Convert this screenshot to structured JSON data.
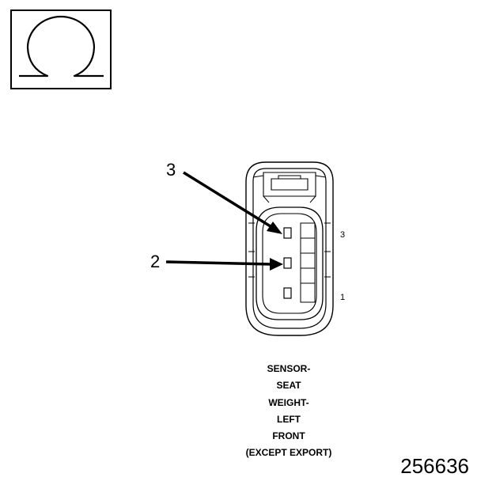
{
  "symbol": {
    "icon": "ohm-icon",
    "glyph": "Ω"
  },
  "callouts": [
    {
      "id": "callout-3",
      "text": "3"
    },
    {
      "id": "callout-2",
      "text": "2"
    }
  ],
  "pin_labels": {
    "top": "3",
    "bottom": "1"
  },
  "caption": [
    "SENSOR-",
    "SEAT",
    "WEIGHT-",
    "LEFT",
    "FRONT",
    "(EXCEPT EXPORT)"
  ],
  "figure_id": "256636"
}
